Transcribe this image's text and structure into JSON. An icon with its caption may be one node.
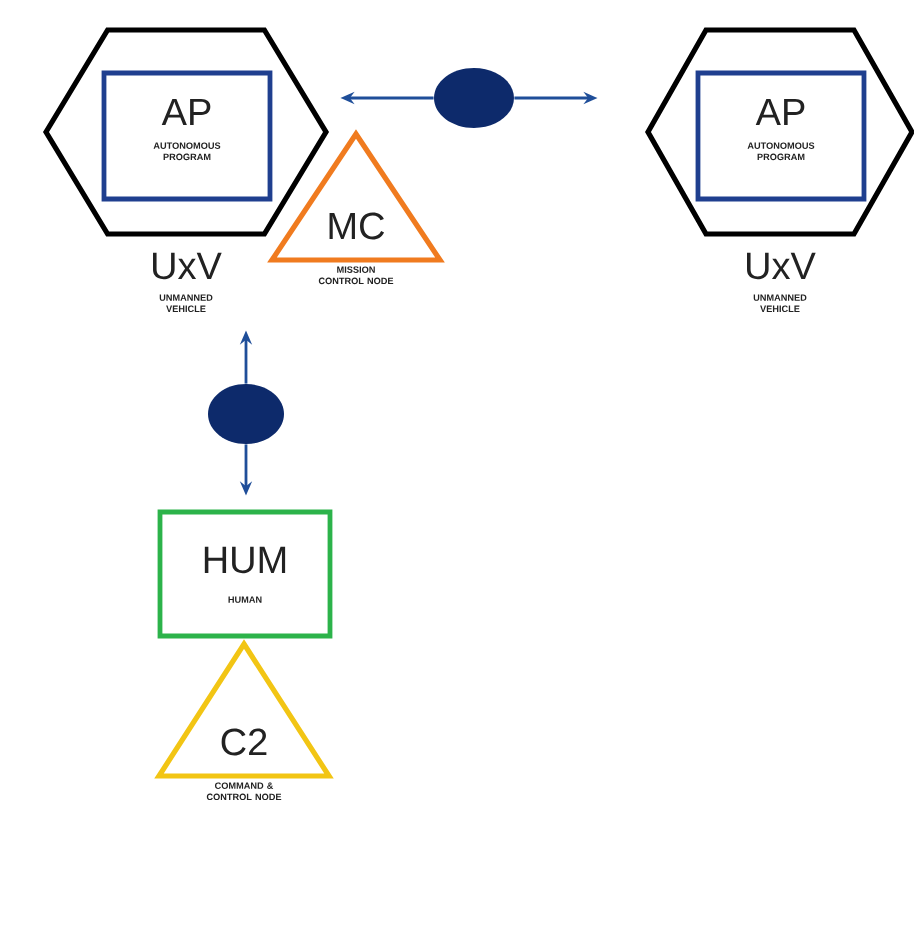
{
  "diagram": {
    "nodes": [
      {
        "text": [
          "UxV",
          "UNMANNED VEHICLE"
        ]
      },
      {
        "text": [
          "AP",
          "AUTONOMOUS PROGRAM"
        ],
        "in": 0
      },
      {
        "text": [],
        "shape": "circle"
      },
      {
        "text": [
          "UxV",
          "UNMANNED VEHICLE"
        ]
      },
      {
        "text": [
          "AP",
          "AUTONOMOUS PROGRAM"
        ],
        "in": 3
      },
      {
        "text": [
          "MC",
          "MISSION CONTROL NODE"
        ]
      },
      {
        "text": [],
        "shape": "circle"
      },
      {
        "text": [
          "HUM",
          "HUMAN"
        ]
      },
      {
        "text": [
          "C2",
          "COMMAND & CONTROL NODE"
        ]
      }
    ],
    "edges": [
      {
        "from": 2,
        "to": 0,
        "arrow": "to"
      },
      {
        "from": 2,
        "to": 3,
        "arrow": "to"
      },
      {
        "from": 6,
        "to": 0,
        "arrow": "to"
      },
      {
        "from": 6,
        "to": 7,
        "arrow": "to"
      }
    ]
  }
}
